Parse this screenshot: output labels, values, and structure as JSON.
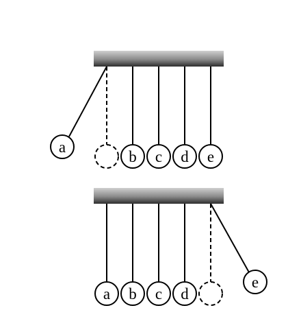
{
  "colors": {
    "line": "#000000",
    "ball_fill": "#ffffff",
    "bar_top": "#c8c8c8",
    "bar_mid": "#8a8a8a",
    "bar_bottom": "#303030"
  },
  "cradles": [
    {
      "balls": [
        {
          "label": "a",
          "state": "swung-left"
        },
        {
          "label": "",
          "state": "rest-ghost"
        },
        {
          "label": "b",
          "state": "rest"
        },
        {
          "label": "c",
          "state": "rest"
        },
        {
          "label": "d",
          "state": "rest"
        },
        {
          "label": "e",
          "state": "rest"
        }
      ]
    },
    {
      "balls": [
        {
          "label": "a",
          "state": "rest"
        },
        {
          "label": "b",
          "state": "rest"
        },
        {
          "label": "c",
          "state": "rest"
        },
        {
          "label": "d",
          "state": "rest"
        },
        {
          "label": "",
          "state": "rest-ghost"
        },
        {
          "label": "e",
          "state": "swung-right"
        }
      ]
    }
  ]
}
